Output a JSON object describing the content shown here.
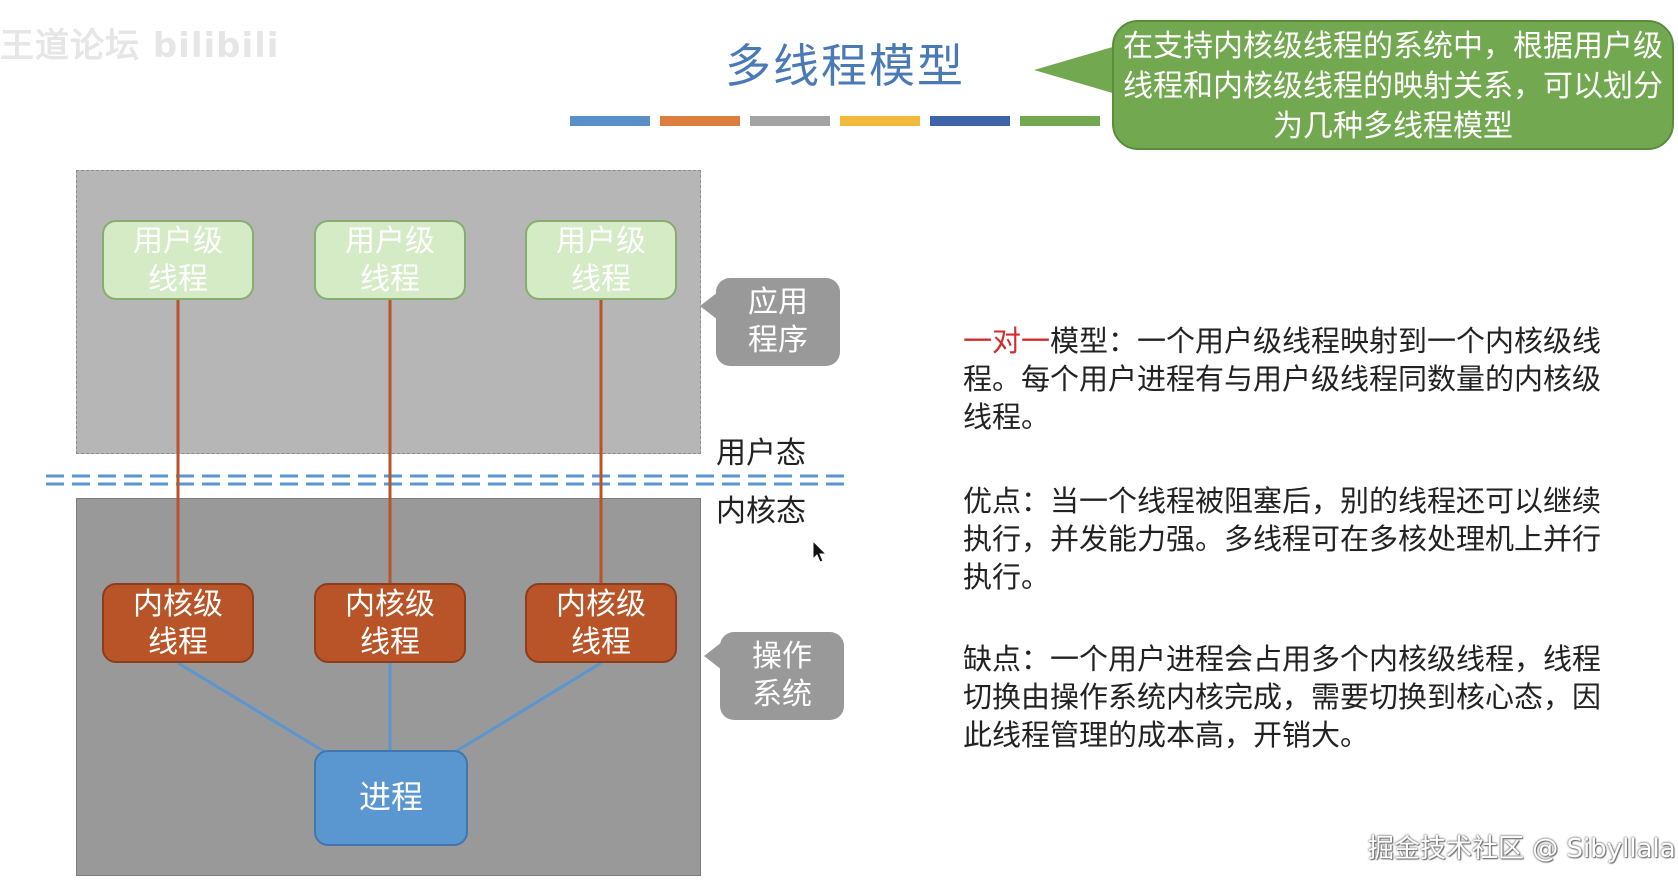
{
  "watermark_top_left": "王道论坛 bilibili",
  "title": "多线程模型",
  "color_bar": [
    "#5b8fc7",
    "#dd7d3e",
    "#a3a3a3",
    "#f2b93b",
    "#3d63a8",
    "#72a84f"
  ],
  "callout_text": "在支持内核级线程的系统中，根据用户级线程和内核级线程的映射关系，可以划分为几种多线程模型",
  "diagram": {
    "user_threads": [
      {
        "line1": "用户级",
        "line2": "线程"
      },
      {
        "line1": "用户级",
        "line2": "线程"
      },
      {
        "line1": "用户级",
        "line2": "线程"
      }
    ],
    "kernel_threads": [
      {
        "line1": "内核级",
        "line2": "线程"
      },
      {
        "line1": "内核级",
        "line2": "线程"
      },
      {
        "line1": "内核级",
        "line2": "线程"
      }
    ],
    "process_label": "进程",
    "app_label": {
      "line1": "应用",
      "line2": "程序"
    },
    "os_label": {
      "line1": "操作",
      "line2": "系统"
    },
    "user_mode_label": "用户态",
    "kernel_mode_label": "内核态"
  },
  "description": {
    "model_name": "一对一",
    "p1_rest": "模型：一个用户级线程映射到一个内核级线程。每个用户进程有与用户级线程同数量的内核级线程。",
    "p2": "优点：当一个线程被阻塞后，别的线程还可以继续执行，并发能力强。多线程可在多核处理机上并行执行。",
    "p3": "缺点：一个用户进程会占用多个内核级线程，线程切换由操作系统内核完成，需要切换到核心态，因此线程管理的成本高，开销大。"
  },
  "watermark_bottom_right": "掘金技术社区 @ Sibyllala"
}
